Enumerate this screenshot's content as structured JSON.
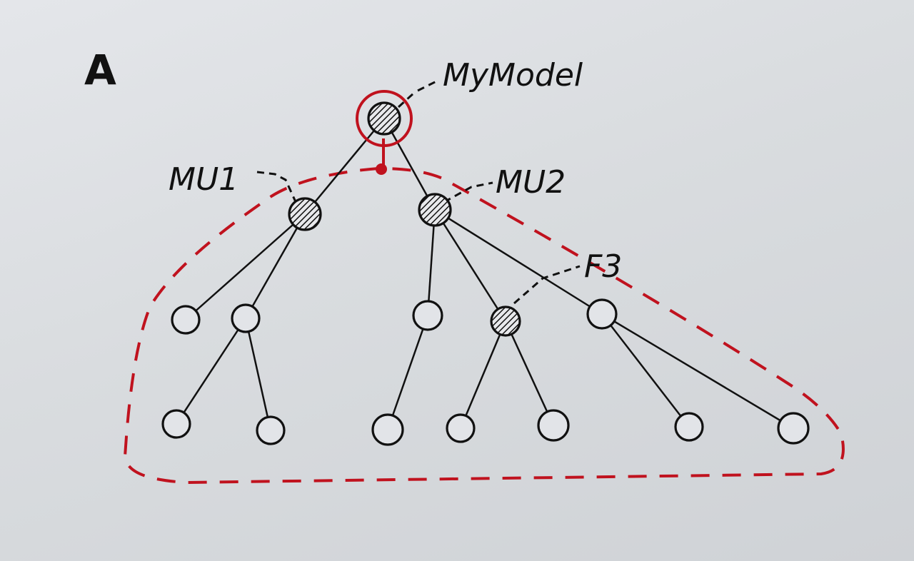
{
  "panel_label": "A",
  "colors": {
    "ink": "#111111",
    "red": "#c0121e",
    "paper": "#dcdfe3"
  },
  "labels": {
    "root": "MyModel",
    "mu1": "MU1",
    "mu2": "MU2",
    "f3": "F3"
  },
  "nodes": [
    {
      "id": "root",
      "filled": true,
      "highlight": true
    },
    {
      "id": "mu1",
      "filled": true
    },
    {
      "id": "mu2",
      "filled": true
    },
    {
      "id": "n1",
      "filled": false
    },
    {
      "id": "n2",
      "filled": false
    },
    {
      "id": "n3",
      "filled": false
    },
    {
      "id": "f3",
      "filled": true
    },
    {
      "id": "n4",
      "filled": false
    },
    {
      "id": "l1",
      "filled": false
    },
    {
      "id": "l2",
      "filled": false
    },
    {
      "id": "l3",
      "filled": false
    },
    {
      "id": "l4",
      "filled": false
    },
    {
      "id": "l5",
      "filled": false
    },
    {
      "id": "l6",
      "filled": false
    },
    {
      "id": "l7",
      "filled": false
    }
  ],
  "edges": [
    [
      "root",
      "mu1"
    ],
    [
      "root",
      "mu2"
    ],
    [
      "mu1",
      "n1"
    ],
    [
      "mu1",
      "n2"
    ],
    [
      "mu2",
      "n3"
    ],
    [
      "mu2",
      "f3"
    ],
    [
      "mu2",
      "n4"
    ],
    [
      "n2",
      "l1"
    ],
    [
      "n2",
      "l2"
    ],
    [
      "n3",
      "l3"
    ],
    [
      "f3",
      "l4"
    ],
    [
      "f3",
      "l5"
    ],
    [
      "n4",
      "l6"
    ],
    [
      "n4",
      "l7"
    ]
  ]
}
